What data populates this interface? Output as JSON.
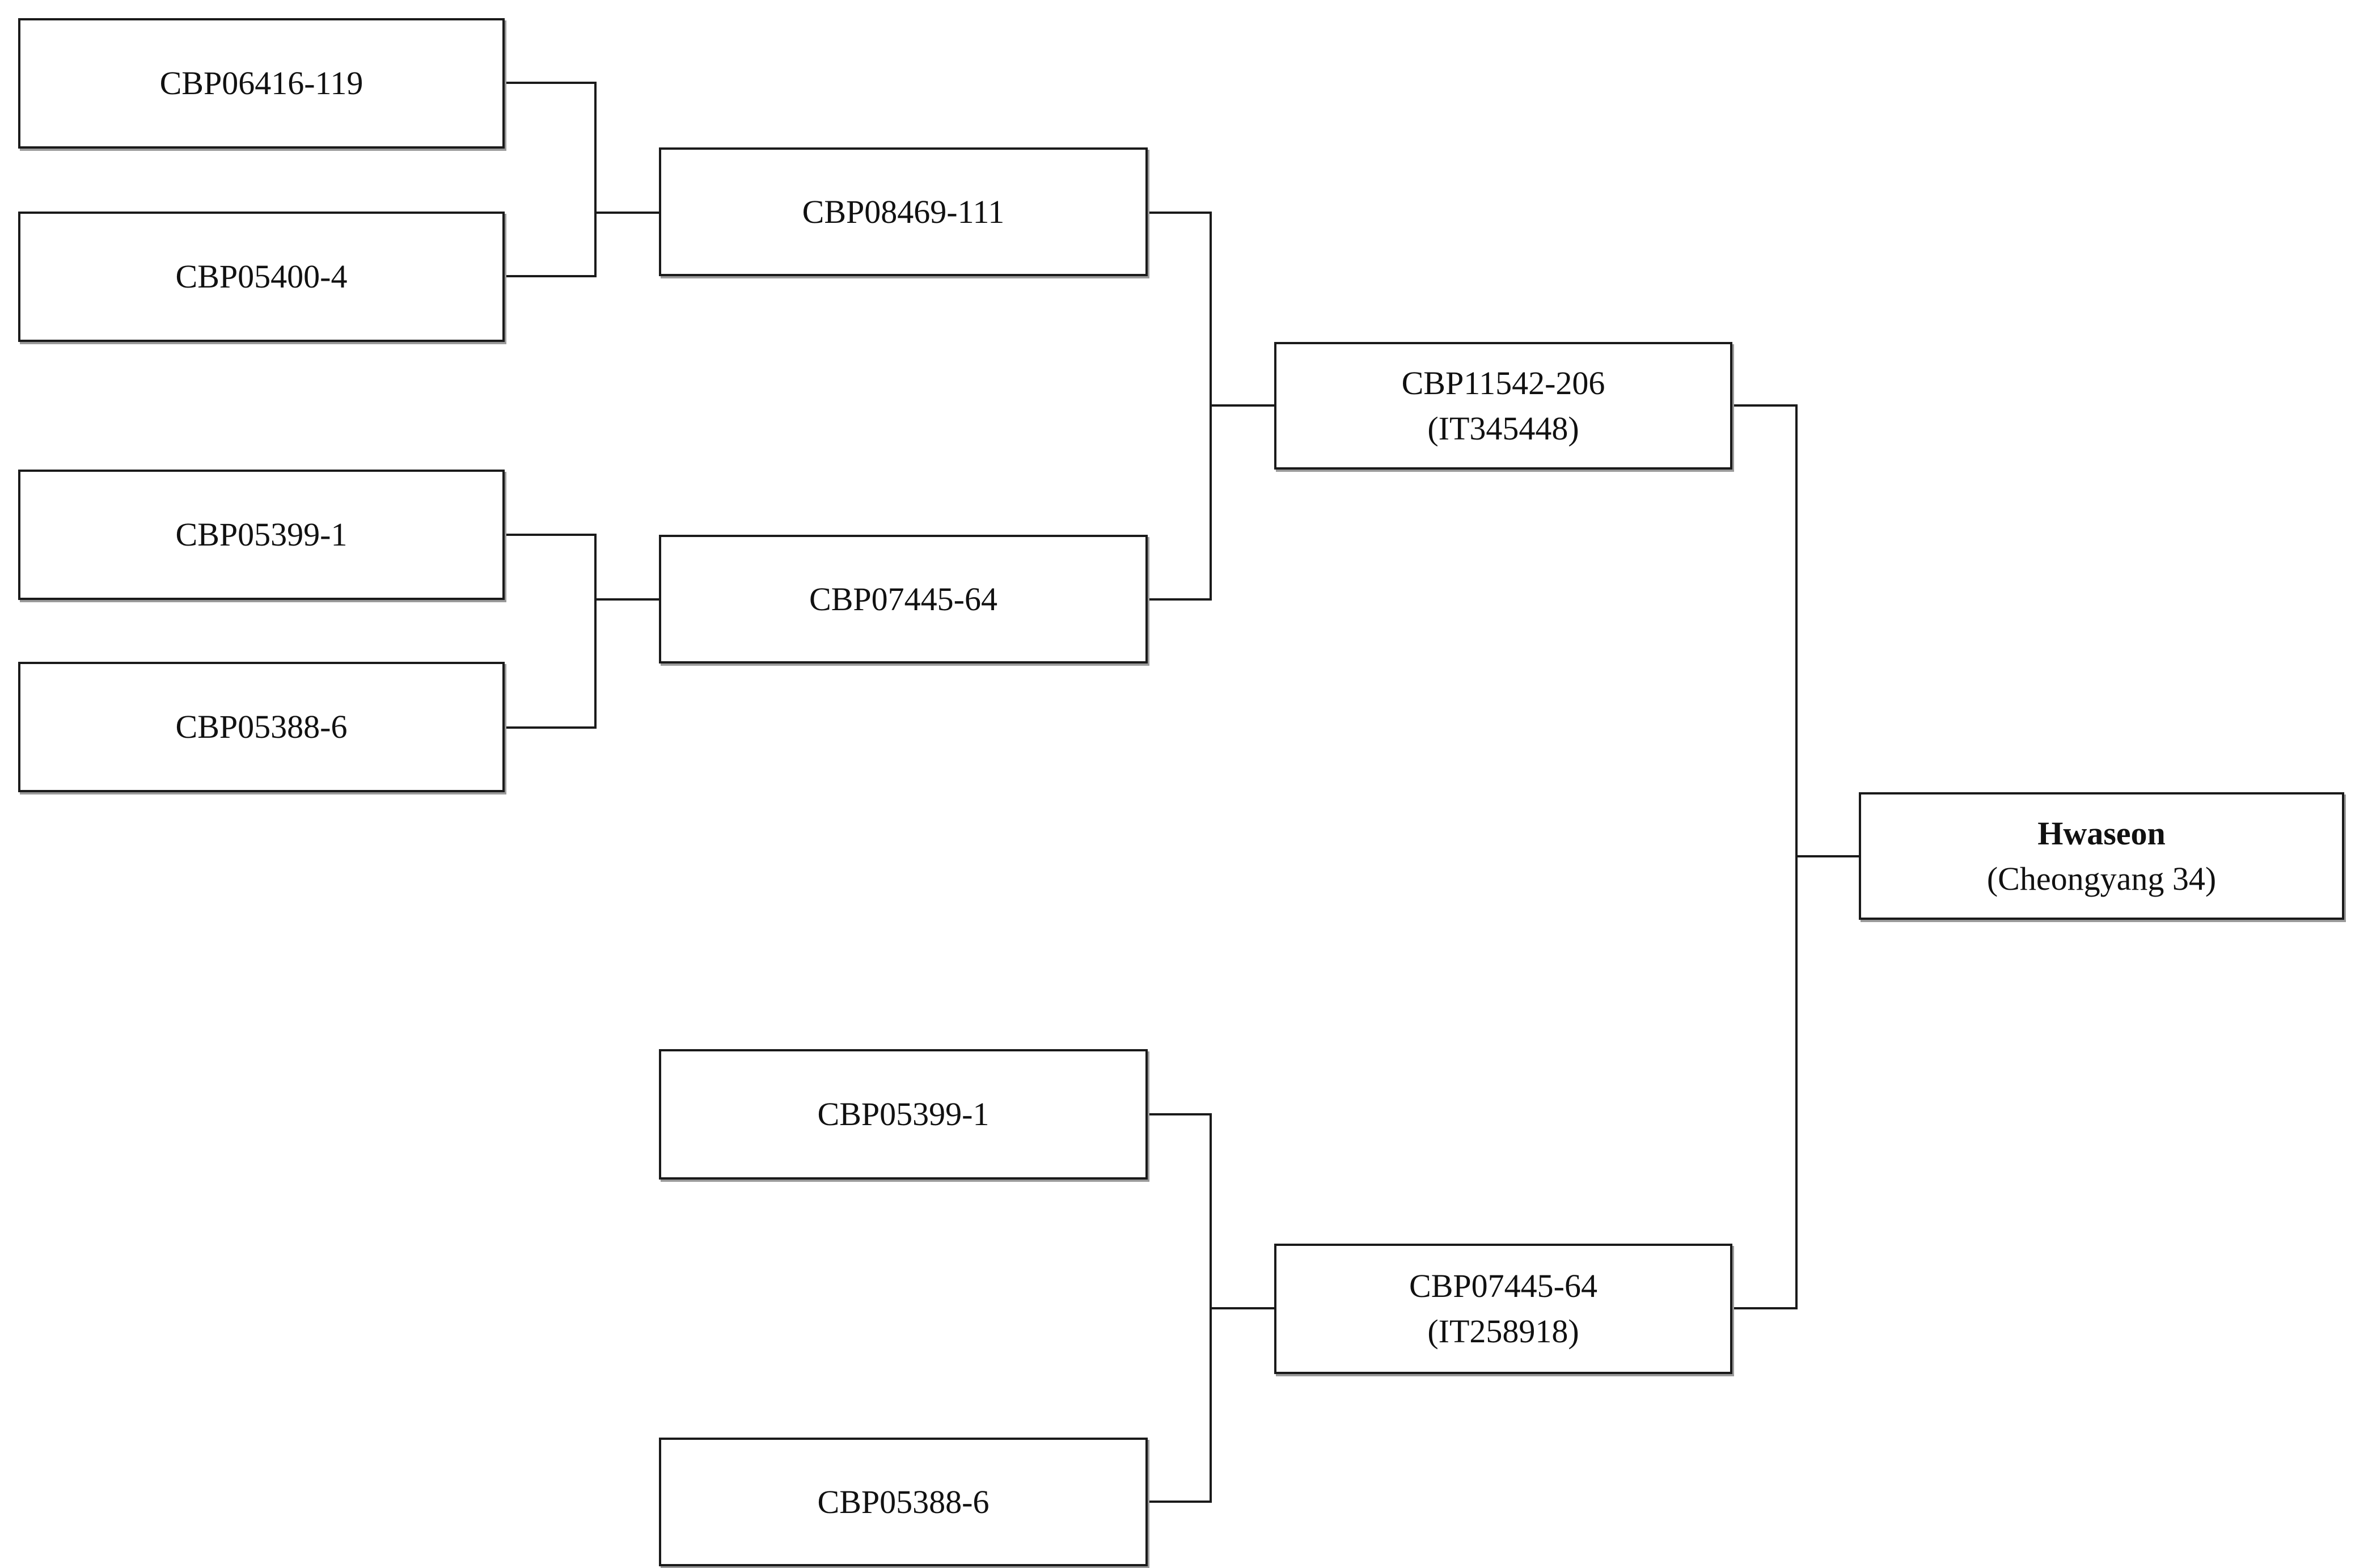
{
  "pedigree": {
    "nodes": {
      "a1": {
        "label": "CBP06416-119"
      },
      "a2": {
        "label": "CBP05400-4"
      },
      "a3": {
        "label": "CBP05399-1"
      },
      "a4": {
        "label": "CBP05388-6"
      },
      "b1": {
        "label": "CBP08469-111"
      },
      "b2": {
        "label": "CBP07445-64"
      },
      "b3": {
        "label": "CBP05399-1"
      },
      "b4": {
        "label": "CBP05388-6"
      },
      "c1": {
        "label": "CBP11542-206",
        "accession": "(IT345448)"
      },
      "c2": {
        "label": "CBP07445-64",
        "accession": "(IT258918)"
      },
      "d1": {
        "label": "Hwaseon",
        "alias": "(Cheongyang 34)"
      }
    },
    "crosses": [
      {
        "parents": [
          "a1",
          "a2"
        ],
        "offspring": "b1"
      },
      {
        "parents": [
          "a3",
          "a4"
        ],
        "offspring": "b2"
      },
      {
        "parents": [
          "b1",
          "b2"
        ],
        "offspring": "c1"
      },
      {
        "parents": [
          "b3",
          "b4"
        ],
        "offspring": "c2"
      },
      {
        "parents": [
          "c1",
          "c2"
        ],
        "offspring": "d1"
      }
    ]
  }
}
